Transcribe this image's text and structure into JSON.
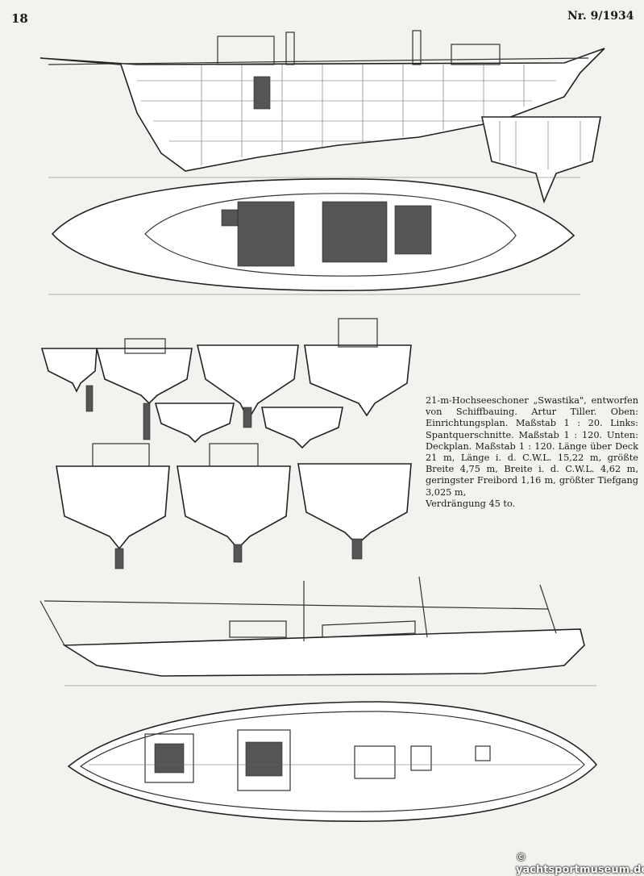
{
  "header": {
    "page_number": "18",
    "issue": "Nr. 9/1934"
  },
  "caption": {
    "body": "21-m-Hochseeschoner „Swastika\", entworfen von Schiffbauing. Artur Tiller. Oben: Einrichtungsplan. Maßstab 1 : 20. Links: Spantquerschnitte. Maßstab 1 : 120. Unten: Deckplan. Maßstab 1 : 120. Länge über Deck 21 m, Länge i. d. C.W.L. 15,22 m, größte Breite 4,75 m, Breite i. d. C.W.L. 4,62 m, geringster Freibord 1,16 m, größter Tiefgang 3,025 m,",
    "last_line": "Verdrängung 45 to."
  },
  "watermark": "© yachtsportmuseum.de"
}
